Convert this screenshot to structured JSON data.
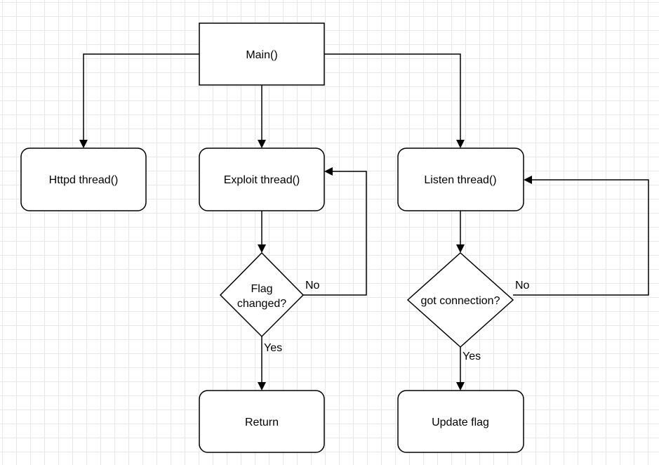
{
  "nodes": {
    "main": "Main()",
    "httpd": "Httpd thread()",
    "exploit": "Exploit thread()",
    "listen": "Listen thread()",
    "flag_changed_line1": "Flag",
    "flag_changed_line2": "changed?",
    "got_connection": "got connection?",
    "return": "Return",
    "update_flag": "Update flag"
  },
  "edges": {
    "flag_no": "No",
    "flag_yes": "Yes",
    "conn_no": "No",
    "conn_yes": "Yes"
  },
  "colors": {
    "stroke": "#000000",
    "fill": "#ffffff",
    "grid": "#e8e8e8"
  }
}
